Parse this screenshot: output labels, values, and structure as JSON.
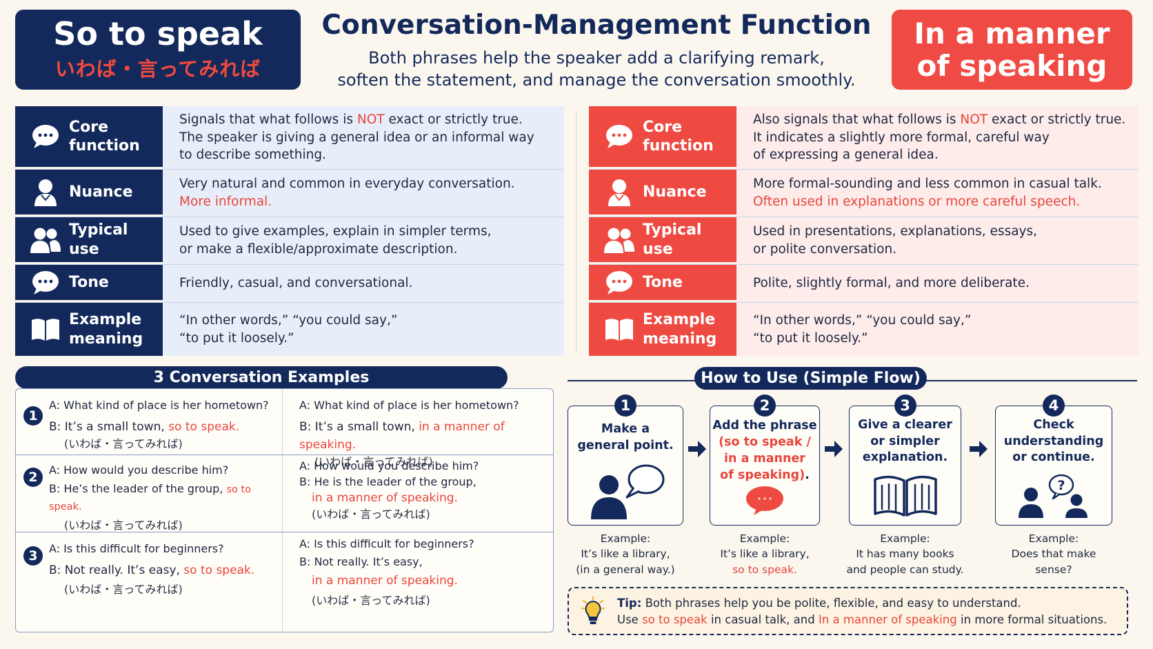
{
  "header": {
    "left_badge_en": "So to speak",
    "left_badge_jp": "いわば・言ってみれば",
    "title": "Conversation-Management Function",
    "subtitle_line1": "Both phrases help the speaker add a clarifying remark,",
    "subtitle_line2": "soften the statement, and manage the conversation smoothly.",
    "right_badge_line1": "In a manner",
    "right_badge_line2": "of speaking"
  },
  "left_table": {
    "rows": [
      {
        "label1": "Core",
        "label2": "function",
        "icon": "speech-bubble-icon",
        "t1a": "Signals that what follows is ",
        "t1hl": "NOT",
        "t1b": " exact or strictly true.",
        "t2": "The speaker is giving a general idea or an informal way",
        "t3": "to describe something."
      },
      {
        "label1": "Nuance",
        "icon": "person-icon",
        "t1": "Very natural and common in everyday conversation.",
        "t2hl": "More informal."
      },
      {
        "label1": "Typical use",
        "icon": "people-icon",
        "t1": "Used to give examples, explain in simpler terms,",
        "t2": "or make a flexible/approximate description."
      },
      {
        "label1": "Tone",
        "icon": "speech-bubble-icon",
        "t1": "Friendly, casual, and conversational."
      },
      {
        "label1": "Example",
        "label2": "meaning",
        "icon": "open-book-icon",
        "t1": "“In other words,” “you could say,”",
        "t2": "“to put it loosely.”"
      }
    ]
  },
  "right_table": {
    "rows": [
      {
        "label1": "Core",
        "label2": "function",
        "icon": "speech-bubble-icon",
        "t1a": "Also signals that what follows is ",
        "t1hl": "NOT",
        "t1b": " exact or strictly true.",
        "t2": "It indicates a slightly more formal, careful way",
        "t3": "of expressing a general idea."
      },
      {
        "label1": "Nuance",
        "icon": "person-icon",
        "t1": "More formal-sounding and less common in casual talk.",
        "t2hl": "Often used in explanations or more careful speech."
      },
      {
        "label1": "Typical use",
        "icon": "people-icon",
        "t1": "Used in presentations, explanations, essays,",
        "t2": "or polite conversation."
      },
      {
        "label1": "Tone",
        "icon": "speech-bubble-icon",
        "t1": "Polite, slightly formal, and more deliberate."
      },
      {
        "label1": "Example",
        "label2": "meaning",
        "icon": "open-book-icon",
        "t1": "“In other words,” “you could say,”",
        "t2": "“to put it loosely.”"
      }
    ]
  },
  "conversations": {
    "title": "3 Conversation Examples",
    "items": [
      {
        "num": "1",
        "a_q": "A: What kind of place is her hometown?",
        "a_b": "B: It’s a small town, ",
        "a_hl": "so to speak.",
        "a_jp": "(いわば・言ってみれば)",
        "b_q": "A: What kind of place is her hometown?",
        "b_b": "B: It’s a small town, ",
        "b_hl": "in a manner of speaking.",
        "b_jp": "(いわば・言ってみれば)"
      },
      {
        "num": "2",
        "a_q": "A: How would you describe him?",
        "a_b": "B: He’s the leader of the group, ",
        "a_hl": "so to speak.",
        "a_jp": "(いわば・言ってみれば)",
        "b_q": "A: How would you describe him?",
        "b_b": "B: He is the leader of the group,",
        "b_hl": "in a manner of speaking.",
        "b_jp": "(いわば・言ってみれば)"
      },
      {
        "num": "3",
        "a_q": "A: Is this difficult for beginners?",
        "a_b": "B: Not really. It’s easy, ",
        "a_hl": "so to speak.",
        "a_jp": "(いわば・言ってみれば)",
        "b_q": "A: Is this difficult for beginners?",
        "b_b": "B: Not really. It’s easy,",
        "b_hl": "in a manner of speaking.",
        "b_jp": "(いわば・言ってみれば)"
      }
    ]
  },
  "flow": {
    "title": "How to Use (Simple Flow)",
    "steps": [
      {
        "num": "1",
        "l1": "Make a",
        "l2": "general point.",
        "ex_label": "Example:",
        "ex1": "It’s like a library,",
        "ex2": "(in a general way.)"
      },
      {
        "num": "2",
        "l1": "Add the phrase",
        "l2hl": "(so to speak /",
        "l3hl": "in a manner",
        "l4hl": "of speaking)",
        "l4b": ".",
        "ex_label": "Example:",
        "ex1": "It’s like a library,",
        "ex2hl": "so to speak."
      },
      {
        "num": "3",
        "l1": "Give a clearer",
        "l2": "or simpler",
        "l3": "explanation.",
        "ex_label": "Example:",
        "ex1": "It has many books",
        "ex2": "and people can study."
      },
      {
        "num": "4",
        "l1": "Check",
        "l2": "understanding",
        "l3": "or continue.",
        "ex_label": "Example:",
        "ex1": "Does that make",
        "ex2": "sense?"
      }
    ]
  },
  "tip": {
    "label": "Tip:",
    "line1": " Both phrases help you be polite, flexible, and easy to understand.",
    "line2a": "Use ",
    "line2hl1": "so to speak",
    "line2b": " in casual talk, and ",
    "line2hl2": "In a manner of speaking",
    "line2c": " in more formal situations."
  },
  "colors": {
    "navy": "#13295b",
    "red": "#e8453c",
    "background": "#fbf7ee"
  }
}
